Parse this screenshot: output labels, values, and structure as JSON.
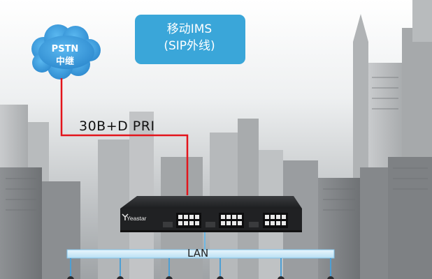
{
  "ims_box": {
    "line1": "移动IMS",
    "line2": "(SIP外线)"
  },
  "pstn_cloud": {
    "line1": "PSTN",
    "line2": "中继"
  },
  "pri_link": {
    "label": "30B+D PRI"
  },
  "gateway": {
    "brand": "Yeastar"
  },
  "lan_bus": {
    "label": "LAN"
  },
  "colors": {
    "ims_box": "#3aa6d9",
    "cloud": "#3a9fe0",
    "pri_line": "#e3141b",
    "lan_bar": "#cfe9f8"
  }
}
